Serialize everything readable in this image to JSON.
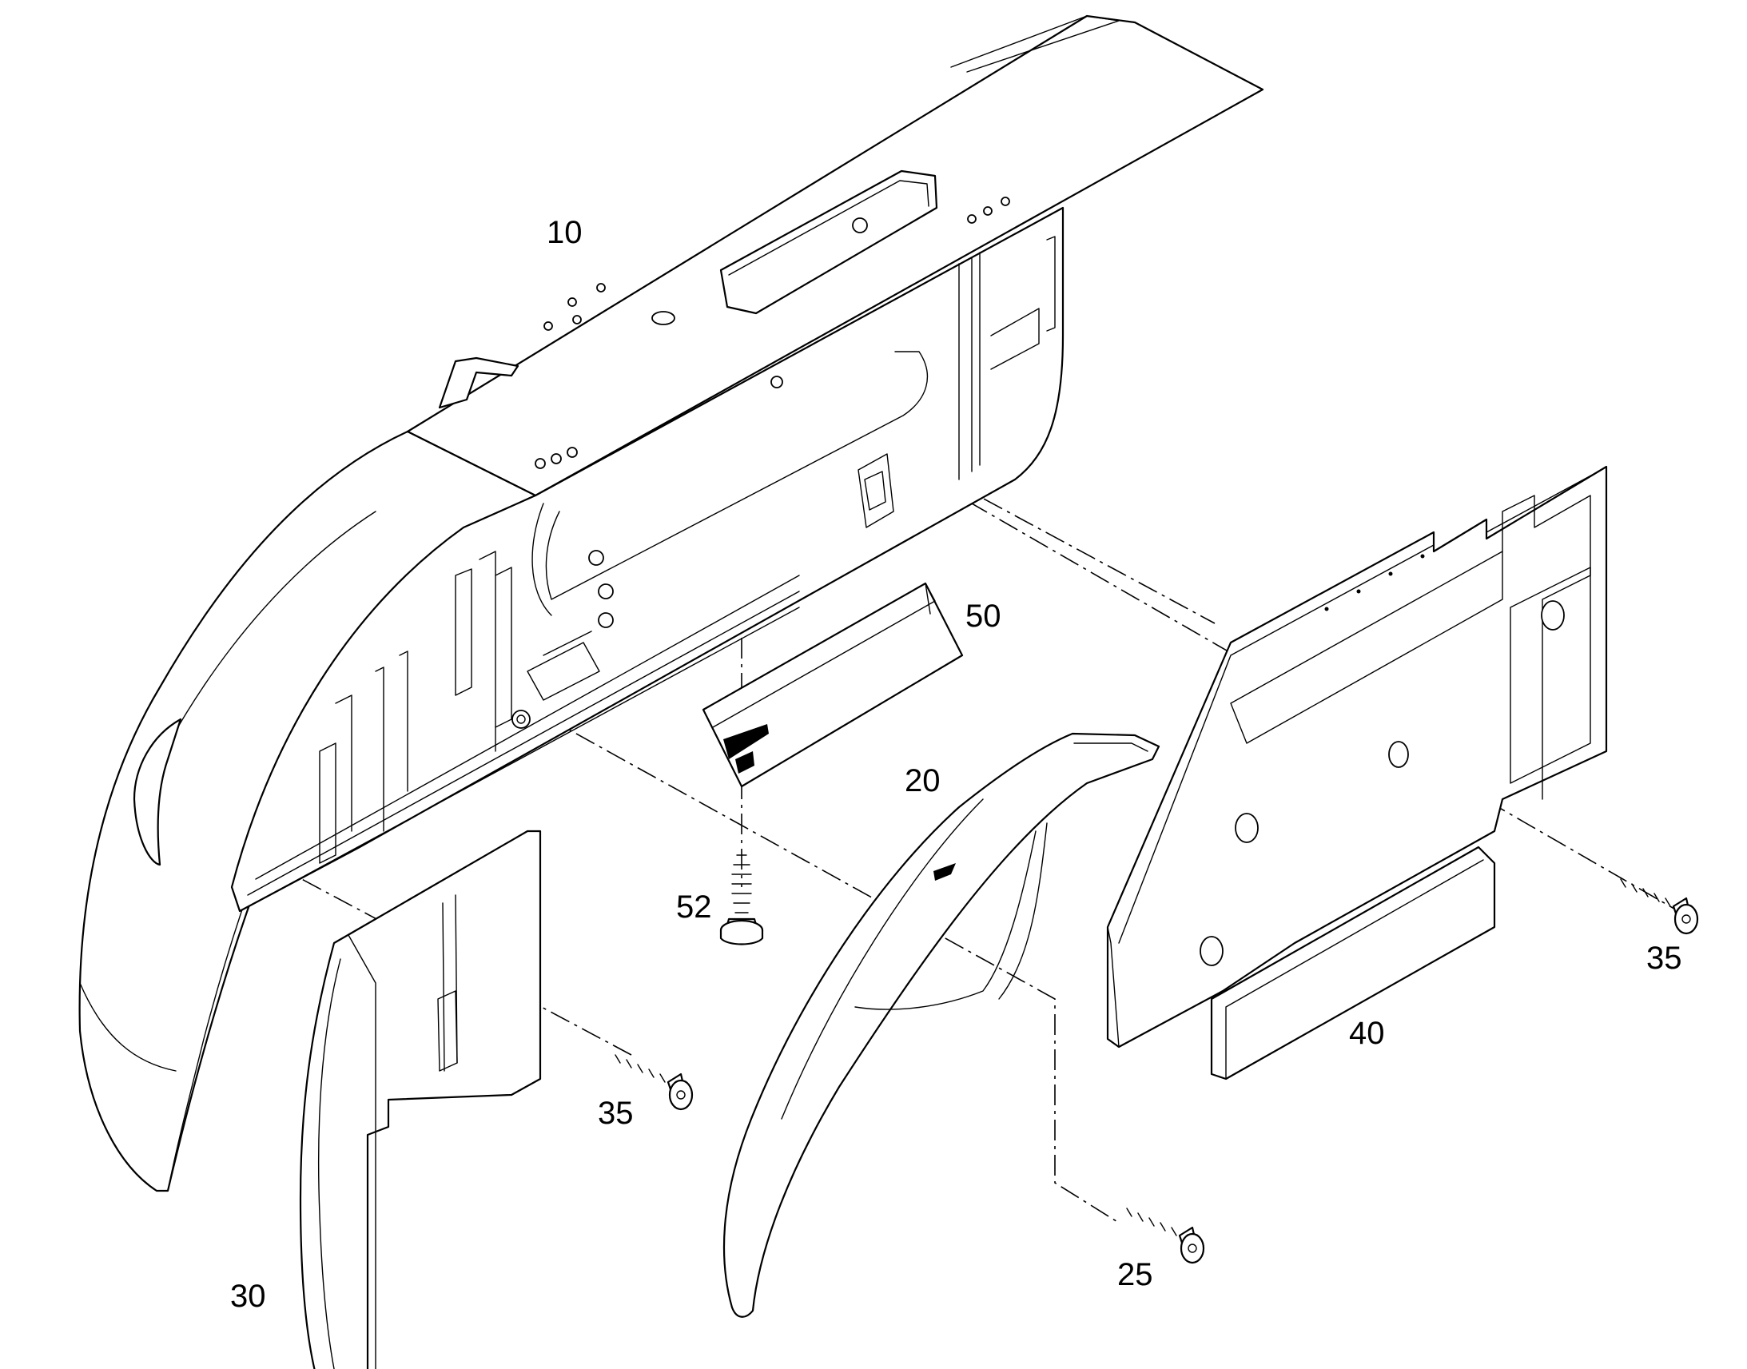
{
  "diagram": {
    "type": "exploded-parts-view",
    "background_color": "#ffffff",
    "line_color": "#000000",
    "callouts": [
      {
        "id": "10",
        "label": "10",
        "part": "upper-fender-housing"
      },
      {
        "id": "20",
        "label": "20",
        "part": "fender-inner-liner"
      },
      {
        "id": "30",
        "label": "30",
        "part": "front-fender-extension"
      },
      {
        "id": "35a",
        "label": "35",
        "part": "screw"
      },
      {
        "id": "35b",
        "label": "35",
        "part": "screw"
      },
      {
        "id": "40",
        "label": "40",
        "part": "rear-side-panel"
      },
      {
        "id": "25",
        "label": "25",
        "part": "screw"
      },
      {
        "id": "50",
        "label": "50",
        "part": "insulation-pad"
      },
      {
        "id": "52",
        "label": "52",
        "part": "screw"
      }
    ]
  }
}
